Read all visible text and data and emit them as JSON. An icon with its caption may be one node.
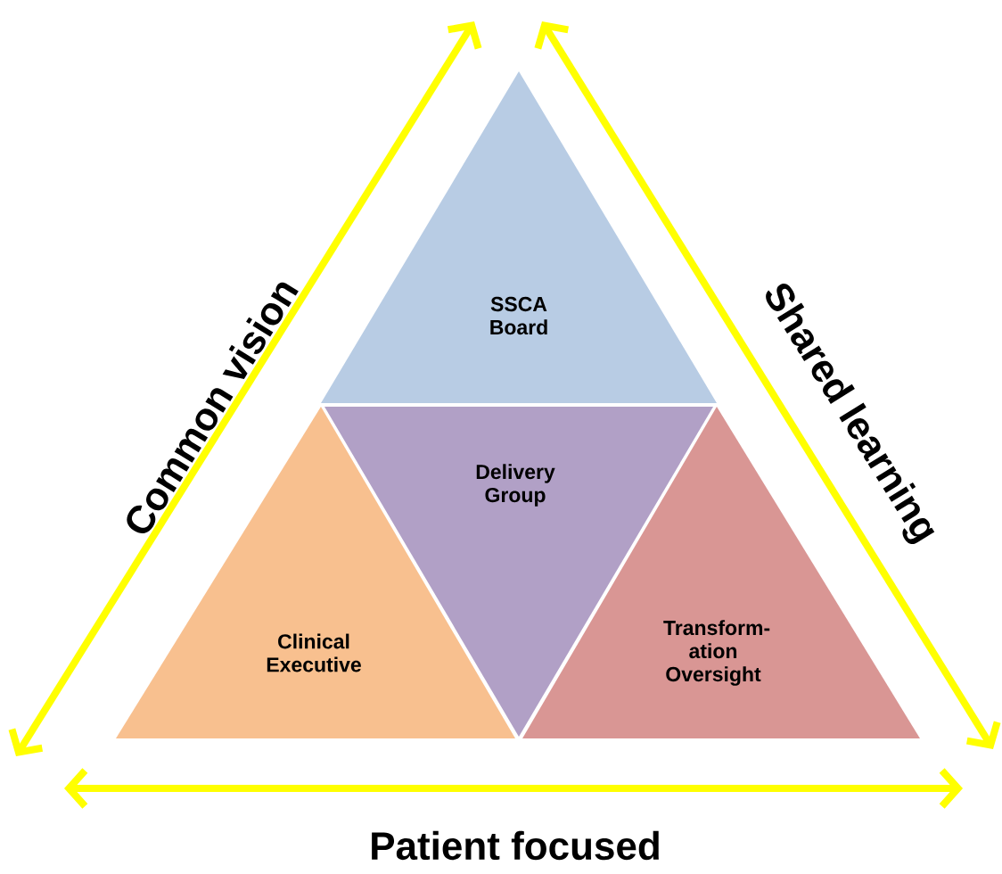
{
  "diagram": {
    "nodes": [
      {
        "text": [
          "SSCA Board"
        ]
      },
      {
        "text": [
          "Delivery Group"
        ]
      },
      {
        "text": [
          "Clinical Executive"
        ]
      },
      {
        "text": [
          "Transform- ation Oversight"
        ]
      }
    ],
    "labels": [
      "Common vision",
      "Shared learning",
      "Patient focused"
    ]
  }
}
